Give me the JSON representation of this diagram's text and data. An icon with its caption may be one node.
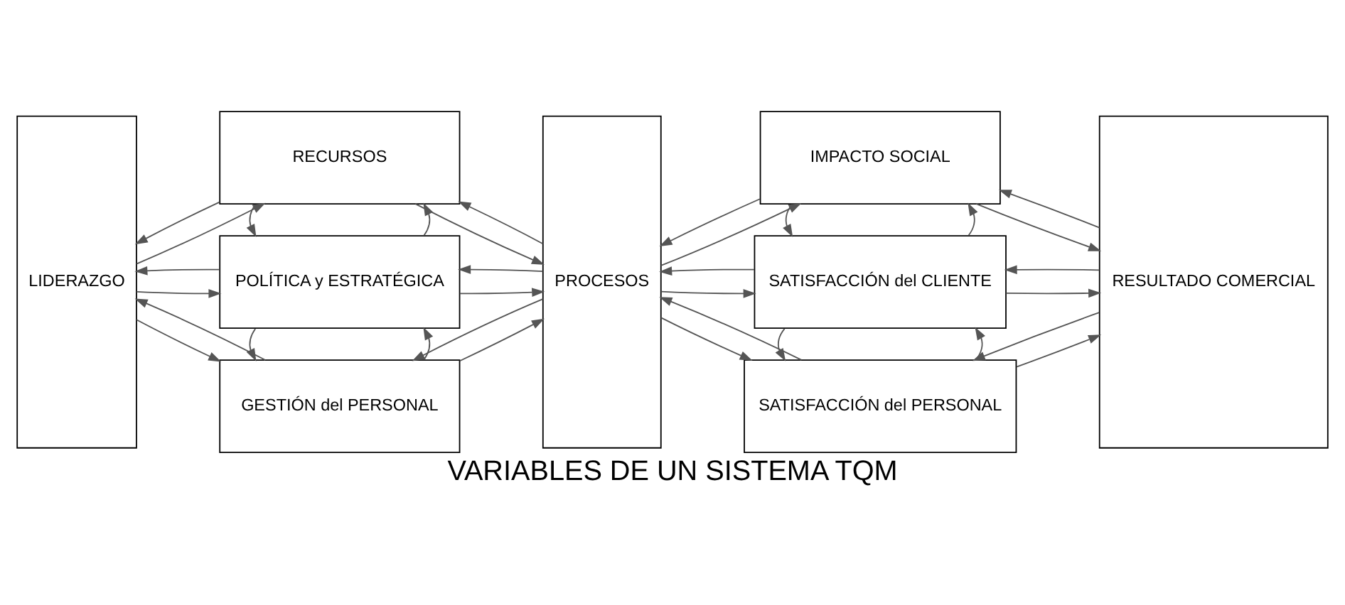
{
  "diagram": {
    "title": "VARIABLES DE UN SISTEMA TQM",
    "nodes": [
      {
        "text": [
          "LIDERAZGO"
        ]
      },
      {
        "text": [
          "GESTIÓN del PERSONAL"
        ]
      },
      {
        "text": [
          "POLÍTICA y ESTRATÉGICA"
        ]
      },
      {
        "text": [
          "RECURSOS"
        ]
      },
      {
        "text": [
          "PROCESOS"
        ]
      },
      {
        "text": [
          "SATISFACCIÓN del PERSONAL"
        ]
      },
      {
        "text": [
          "SATISFACCIÓN del CLIENTE"
        ]
      },
      {
        "text": [
          "IMPACTO SOCIAL"
        ]
      },
      {
        "text": [
          "RESULTADO COMERCIAL"
        ]
      }
    ],
    "edges": [
      {
        "from": 1,
        "to": 0,
        "arrow": "to"
      },
      {
        "from": 0,
        "to": 1,
        "arrow": "to"
      },
      {
        "from": 4,
        "to": 1,
        "arrow": "to"
      },
      {
        "from": 1,
        "to": 4,
        "arrow": "to"
      },
      {
        "from": 1,
        "to": 2,
        "arrow": "to"
      },
      {
        "from": 2,
        "to": 1,
        "arrow": "to"
      },
      {
        "from": 2,
        "to": 0,
        "arrow": "to"
      },
      {
        "from": 0,
        "to": 2,
        "arrow": "to"
      },
      {
        "from": 4,
        "to": 2,
        "arrow": "to"
      },
      {
        "from": 2,
        "to": 4,
        "arrow": "to"
      },
      {
        "from": 2,
        "to": 3,
        "arrow": "to"
      },
      {
        "from": 3,
        "to": 2,
        "arrow": "to"
      },
      {
        "from": 3,
        "to": 0,
        "arrow": "to"
      },
      {
        "from": 0,
        "to": 3,
        "arrow": "to"
      },
      {
        "from": 4,
        "to": 3,
        "arrow": "to"
      },
      {
        "from": 3,
        "to": 4,
        "arrow": "to"
      },
      {
        "from": 5,
        "to": 4,
        "arrow": "to"
      },
      {
        "from": 4,
        "to": 5,
        "arrow": "to"
      },
      {
        "from": 8,
        "to": 5,
        "arrow": "to"
      },
      {
        "from": 5,
        "to": 8,
        "arrow": "to"
      },
      {
        "from": 5,
        "to": 6,
        "arrow": "to"
      },
      {
        "from": 6,
        "to": 5,
        "arrow": "to"
      },
      {
        "from": 6,
        "to": 4,
        "arrow": "to"
      },
      {
        "from": 4,
        "to": 6,
        "arrow": "to"
      },
      {
        "from": 8,
        "to": 6,
        "arrow": "to"
      },
      {
        "from": 6,
        "to": 8,
        "arrow": "to"
      },
      {
        "from": 6,
        "to": 7,
        "arrow": "to"
      },
      {
        "from": 7,
        "to": 6,
        "arrow": "to"
      },
      {
        "from": 7,
        "to": 4,
        "arrow": "to"
      },
      {
        "from": 4,
        "to": 7,
        "arrow": "to"
      },
      {
        "from": 8,
        "to": 7,
        "arrow": "to"
      },
      {
        "from": 7,
        "to": 8,
        "arrow": "to"
      }
    ]
  }
}
